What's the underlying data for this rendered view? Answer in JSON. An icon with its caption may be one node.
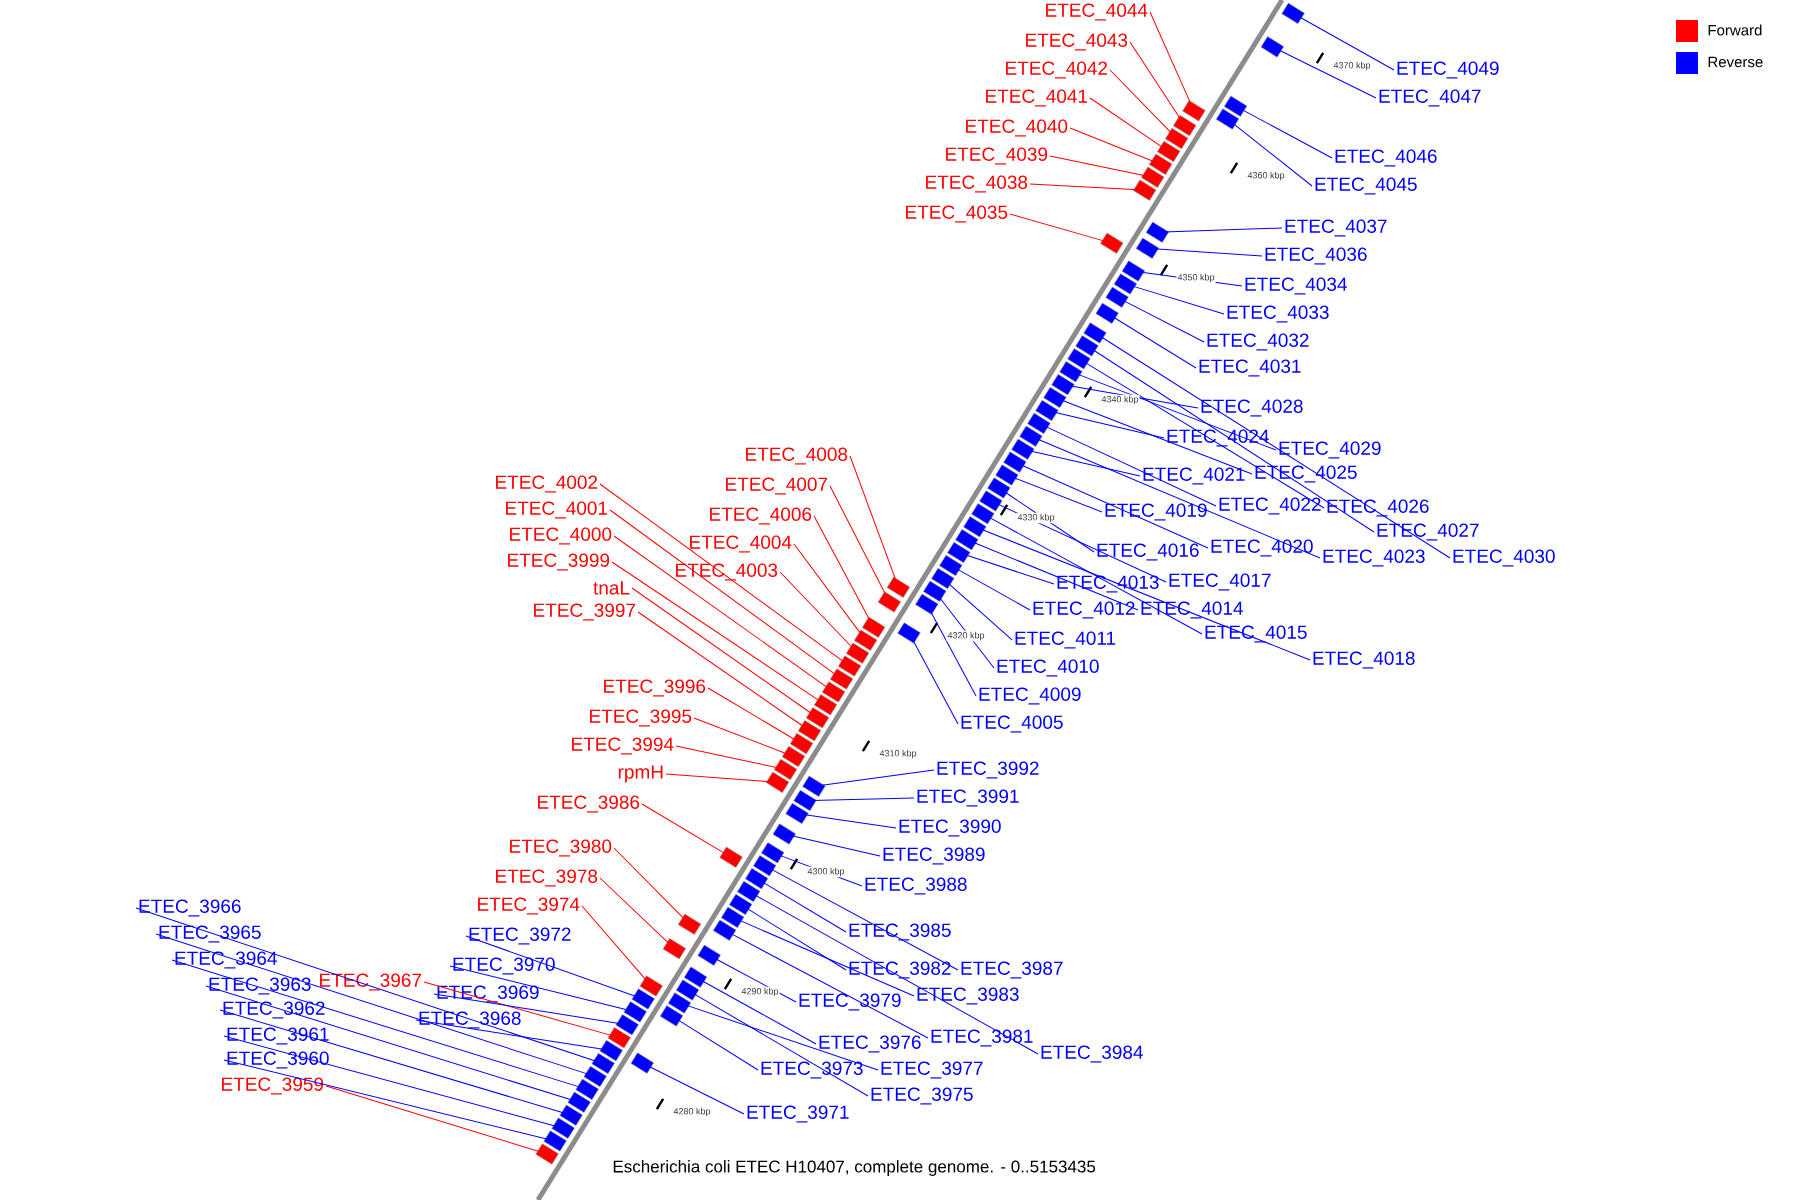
{
  "diagram": {
    "caption": "Escherichia coli ETEC H10407, complete genome. - 0..5153435",
    "nodes": [
      {
        "text": [
          "ETEC_4044"
        ]
      },
      {
        "text": [
          "ETEC_4043"
        ]
      },
      {
        "text": [
          "ETEC_4042"
        ]
      },
      {
        "text": [
          "ETEC_4041"
        ]
      },
      {
        "text": [
          "ETEC_4040"
        ]
      },
      {
        "text": [
          "ETEC_4039"
        ]
      },
      {
        "text": [
          "ETEC_4038"
        ]
      },
      {
        "text": [
          "ETEC_4035"
        ]
      },
      {
        "text": [
          "ETEC_4049"
        ]
      },
      {
        "text": [
          "ETEC_4047"
        ]
      },
      {
        "text": [
          "ETEC_4046"
        ]
      },
      {
        "text": [
          "ETEC_4045"
        ]
      },
      {
        "text": [
          "ETEC_4037"
        ]
      },
      {
        "text": [
          "ETEC_4036"
        ]
      },
      {
        "text": [
          "ETEC_4034"
        ]
      },
      {
        "text": [
          "ETEC_4033"
        ]
      },
      {
        "text": [
          "ETEC_4032"
        ]
      },
      {
        "text": [
          "ETEC_4031"
        ]
      },
      {
        "text": [
          "ETEC_4028"
        ]
      },
      {
        "text": [
          "ETEC_4024"
        ]
      },
      {
        "text": [
          "ETEC_4029"
        ]
      },
      {
        "text": [
          "ETEC_4021"
        ]
      },
      {
        "text": [
          "ETEC_4025"
        ]
      },
      {
        "text": [
          "ETEC_4008"
        ]
      },
      {
        "text": [
          "ETEC_4007"
        ]
      },
      {
        "text": [
          "ETEC_4002"
        ]
      },
      {
        "text": [
          "ETEC_4006"
        ]
      },
      {
        "text": [
          "ETEC_4001"
        ]
      },
      {
        "text": [
          "ETEC_4022"
        ]
      },
      {
        "text": [
          "ETEC_4019"
        ]
      },
      {
        "text": [
          "ETEC_4026"
        ]
      },
      {
        "text": [
          "ETEC_4027"
        ]
      },
      {
        "text": [
          "ETEC_4000"
        ]
      },
      {
        "text": [
          "ETEC_4004"
        ]
      },
      {
        "text": [
          "ETEC_4020"
        ]
      },
      {
        "text": [
          "ETEC_4016"
        ]
      },
      {
        "text": [
          "ETEC_4023"
        ]
      },
      {
        "text": [
          "ETEC_4030"
        ]
      },
      {
        "text": [
          "ETEC_3999"
        ]
      },
      {
        "text": [
          "ETEC_4003"
        ]
      },
      {
        "text": [
          "ETEC_4017"
        ]
      },
      {
        "text": [
          "ETEC_4013"
        ]
      },
      {
        "text": [
          "tnaL"
        ]
      },
      {
        "text": [
          "ETEC_4012"
        ]
      },
      {
        "text": [
          "ETEC_4014"
        ]
      },
      {
        "text": [
          "ETEC_3997"
        ]
      },
      {
        "text": [
          "ETEC_4015"
        ]
      },
      {
        "text": [
          "ETEC_4011"
        ]
      },
      {
        "text": [
          "ETEC_4018"
        ]
      },
      {
        "text": [
          "ETEC_4010"
        ]
      },
      {
        "text": [
          "ETEC_3996"
        ]
      },
      {
        "text": [
          "ETEC_4009"
        ]
      },
      {
        "text": [
          "ETEC_3995"
        ]
      },
      {
        "text": [
          "ETEC_4005"
        ]
      },
      {
        "text": [
          "ETEC_3994"
        ]
      },
      {
        "text": [
          "ETEC_3992"
        ]
      },
      {
        "text": [
          "rpmH"
        ]
      },
      {
        "text": [
          "ETEC_3991"
        ]
      },
      {
        "text": [
          "ETEC_3986"
        ]
      },
      {
        "text": [
          "ETEC_3990"
        ]
      },
      {
        "text": [
          "ETEC_3980"
        ]
      },
      {
        "text": [
          "ETEC_3989"
        ]
      },
      {
        "text": [
          "ETEC_3978"
        ]
      },
      {
        "text": [
          "ETEC_3988"
        ]
      },
      {
        "text": [
          "ETEC_3974"
        ]
      },
      {
        "text": [
          "ETEC_3966"
        ]
      },
      {
        "text": [
          "ETEC_3985"
        ]
      },
      {
        "text": [
          "ETEC_3965"
        ]
      },
      {
        "text": [
          "ETEC_3972"
        ]
      },
      {
        "text": [
          "ETEC_3964"
        ]
      },
      {
        "text": [
          "ETEC_3970"
        ]
      },
      {
        "text": [
          "ETEC_3982"
        ]
      },
      {
        "text": [
          "ETEC_3987"
        ]
      },
      {
        "text": [
          "ETEC_3967"
        ]
      },
      {
        "text": [
          "ETEC_3963"
        ]
      },
      {
        "text": [
          "ETEC_3969"
        ]
      },
      {
        "text": [
          "ETEC_3983"
        ]
      },
      {
        "text": [
          "ETEC_3979"
        ]
      },
      {
        "text": [
          "ETEC_3962"
        ]
      },
      {
        "text": [
          "ETEC_3968"
        ]
      },
      {
        "text": [
          "ETEC_3961"
        ]
      },
      {
        "text": [
          "ETEC_3981"
        ]
      },
      {
        "text": [
          "ETEC_3976"
        ]
      },
      {
        "text": [
          "ETEC_3984"
        ]
      },
      {
        "text": [
          "ETEC_3960"
        ]
      },
      {
        "text": [
          "ETEC_3973"
        ]
      },
      {
        "text": [
          "ETEC_3977"
        ]
      },
      {
        "text": [
          "ETEC_3959"
        ]
      },
      {
        "text": [
          "ETEC_3975"
        ]
      },
      {
        "text": [
          "ETEC_3971"
        ]
      },
      {
        "text": [],
        "shape": "box"
      },
      {
        "text": [],
        "shape": "box"
      },
      {
        "text": [],
        "shape": "box"
      },
      {
        "text": [],
        "shape": "box"
      },
      {
        "text": [],
        "shape": "box"
      },
      {
        "text": [],
        "shape": "box"
      },
      {
        "text": [],
        "shape": "box"
      },
      {
        "text": [],
        "shape": "box"
      },
      {
        "text": [],
        "shape": "box"
      },
      {
        "text": [],
        "shape": "box"
      },
      {
        "text": [],
        "shape": "box"
      },
      {
        "text": [],
        "shape": "box"
      },
      {
        "text": [],
        "shape": "box"
      },
      {
        "text": [],
        "shape": "box"
      },
      {
        "text": [],
        "shape": "box"
      },
      {
        "text": [],
        "shape": "box"
      },
      {
        "text": [],
        "shape": "box"
      },
      {
        "text": [],
        "shape": "box"
      },
      {
        "text": [],
        "shape": "box"
      },
      {
        "text": [],
        "shape": "box"
      },
      {
        "text": [],
        "shape": "box"
      },
      {
        "text": [],
        "shape": "box"
      },
      {
        "text": [],
        "shape": "box"
      },
      {
        "text": [],
        "shape": "box"
      },
      {
        "text": [],
        "shape": "box"
      },
      {
        "text": [],
        "shape": "box"
      },
      {
        "text": [],
        "shape": "box"
      },
      {
        "text": [],
        "shape": "box"
      },
      {
        "text": [],
        "shape": "box"
      },
      {
        "text": [],
        "shape": "box"
      },
      {
        "text": [],
        "shape": "box"
      },
      {
        "text": [],
        "shape": "box"
      },
      {
        "text": [],
        "shape": "box"
      },
      {
        "text": [],
        "shape": "box"
      },
      {
        "text": [],
        "shape": "box"
      },
      {
        "text": [],
        "shape": "box"
      },
      {
        "text": [],
        "shape": "box"
      },
      {
        "text": [],
        "shape": "box"
      },
      {
        "text": [],
        "shape": "box"
      },
      {
        "text": [],
        "shape": "box"
      },
      {
        "text": [],
        "shape": "box"
      },
      {
        "text": [],
        "shape": "box"
      },
      {
        "text": [],
        "shape": "box"
      },
      {
        "text": [],
        "shape": "box"
      },
      {
        "text": [],
        "shape": "box"
      },
      {
        "text": [],
        "shape": "box"
      },
      {
        "text": [],
        "shape": "box"
      },
      {
        "text": [],
        "shape": "box"
      },
      {
        "text": [],
        "shape": "box"
      },
      {
        "text": [],
        "shape": "box"
      },
      {
        "text": [],
        "shape": "box"
      },
      {
        "text": [],
        "shape": "box"
      },
      {
        "text": [],
        "shape": "box"
      },
      {
        "text": [],
        "shape": "box"
      },
      {
        "text": [],
        "shape": "box"
      },
      {
        "text": [],
        "shape": "box"
      },
      {
        "text": [],
        "shape": "box"
      },
      {
        "text": [],
        "shape": "box"
      },
      {
        "text": [],
        "shape": "box"
      },
      {
        "text": [],
        "shape": "box"
      },
      {
        "text": [],
        "shape": "box"
      },
      {
        "text": [],
        "shape": "box"
      },
      {
        "text": [],
        "shape": "box"
      },
      {
        "text": [],
        "shape": "box"
      },
      {
        "text": [],
        "shape": "box"
      },
      {
        "text": [],
        "shape": "box"
      },
      {
        "text": [],
        "shape": "box"
      },
      {
        "text": [],
        "shape": "box"
      },
      {
        "text": [],
        "shape": "box"
      },
      {
        "text": [],
        "shape": "box"
      },
      {
        "text": [],
        "shape": "box"
      },
      {
        "text": [],
        "shape": "box"
      },
      {
        "text": [],
        "shape": "box"
      },
      {
        "text": [],
        "shape": "box"
      },
      {
        "text": [],
        "shape": "box"
      },
      {
        "text": [],
        "shape": "box"
      },
      {
        "text": [],
        "shape": "box"
      },
      {
        "text": [],
        "shape": "box"
      },
      {
        "text": [],
        "shape": "box"
      },
      {
        "text": [],
        "shape": "box"
      },
      {
        "text": [],
        "shape": "box"
      },
      {
        "text": [],
        "shape": "box"
      },
      {
        "text": [],
        "shape": "box"
      },
      {
        "text": [],
        "shape": "box"
      },
      {
        "text": [],
        "shape": "box"
      },
      {
        "text": [],
        "shape": "box"
      },
      {
        "text": [],
        "shape": "box"
      },
      {
        "text": [],
        "shape": "box"
      },
      {
        "text": [],
        "shape": "box"
      },
      {
        "text": [],
        "shape": "box"
      }
    ],
    "edges": [
      {
        "from": 0,
        "to": 90,
        "arrow": "none",
        "color": "#ff0000"
      },
      {
        "from": 1,
        "to": 91,
        "arrow": "none",
        "color": "#ff0000"
      },
      {
        "from": 2,
        "to": 92,
        "arrow": "none",
        "color": "#ff0000"
      },
      {
        "from": 3,
        "to": 93,
        "arrow": "none",
        "color": "#ff0000"
      },
      {
        "from": 4,
        "to": 94,
        "arrow": "none",
        "color": "#ff0000"
      },
      {
        "from": 5,
        "to": 95,
        "arrow": "none",
        "color": "#ff0000"
      },
      {
        "from": 6,
        "to": 96,
        "arrow": "none",
        "color": "#ff0000"
      },
      {
        "from": 7,
        "to": 97,
        "arrow": "none",
        "color": "#ff0000"
      },
      {
        "from": 8,
        "to": 98,
        "arrow": "none"
      },
      {
        "from": 9,
        "to": 99,
        "arrow": "none"
      },
      {
        "from": 10,
        "to": 100,
        "arrow": "none"
      },
      {
        "from": 11,
        "to": 101,
        "arrow": "none"
      },
      {
        "from": 12,
        "to": 102,
        "arrow": "none"
      },
      {
        "from": 13,
        "to": 103,
        "arrow": "none"
      },
      {
        "from": 14,
        "to": 104,
        "arrow": "none"
      },
      {
        "from": 15,
        "to": 105,
        "arrow": "none"
      },
      {
        "from": 16,
        "to": 106,
        "arrow": "none"
      },
      {
        "from": 17,
        "to": 107,
        "arrow": "none"
      },
      {
        "from": 18,
        "to": 108,
        "arrow": "none"
      },
      {
        "from": 19,
        "to": 109,
        "arrow": "none"
      },
      {
        "from": 20,
        "to": 110,
        "arrow": "none"
      },
      {
        "from": 21,
        "to": 111,
        "arrow": "none"
      },
      {
        "from": 22,
        "to": 112,
        "arrow": "none"
      },
      {
        "from": 23,
        "to": 113,
        "arrow": "none",
        "color": "#ff0000"
      },
      {
        "from": 24,
        "to": 114,
        "arrow": "none",
        "color": "#ff0000"
      },
      {
        "from": 25,
        "to": 115,
        "arrow": "none",
        "color": "#ff0000"
      },
      {
        "from": 26,
        "to": 116,
        "arrow": "none",
        "color": "#ff0000"
      },
      {
        "from": 27,
        "to": 117,
        "arrow": "none",
        "color": "#ff0000"
      },
      {
        "from": 28,
        "to": 118,
        "arrow": "none"
      },
      {
        "from": 29,
        "to": 119,
        "arrow": "none"
      },
      {
        "from": 30,
        "to": 120,
        "arrow": "none"
      },
      {
        "from": 31,
        "to": 121,
        "arrow": "none"
      },
      {
        "from": 32,
        "to": 122,
        "arrow": "none",
        "color": "#ff0000"
      },
      {
        "from": 33,
        "to": 123,
        "arrow": "none",
        "color": "#ff0000"
      },
      {
        "from": 34,
        "to": 124,
        "arrow": "none"
      },
      {
        "from": 35,
        "to": 125,
        "arrow": "none"
      },
      {
        "from": 36,
        "to": 126,
        "arrow": "none"
      },
      {
        "from": 37,
        "to": 127,
        "arrow": "none"
      },
      {
        "from": 38,
        "to": 128,
        "arrow": "none",
        "color": "#ff0000"
      },
      {
        "from": 39,
        "to": 129,
        "arrow": "none",
        "color": "#ff0000"
      },
      {
        "from": 40,
        "to": 130,
        "arrow": "none"
      },
      {
        "from": 41,
        "to": 131,
        "arrow": "none"
      },
      {
        "from": 42,
        "to": 132,
        "arrow": "none",
        "color": "#ff0000"
      },
      {
        "from": 43,
        "to": 133,
        "arrow": "none"
      },
      {
        "from": 44,
        "to": 134,
        "arrow": "none"
      },
      {
        "from": 45,
        "to": 135,
        "arrow": "none",
        "color": "#ff0000"
      },
      {
        "from": 46,
        "to": 136,
        "arrow": "none"
      },
      {
        "from": 47,
        "to": 137,
        "arrow": "none"
      },
      {
        "from": 48,
        "to": 138,
        "arrow": "none"
      },
      {
        "from": 49,
        "to": 139,
        "arrow": "none"
      },
      {
        "from": 50,
        "to": 140,
        "arrow": "none",
        "color": "#ff0000"
      },
      {
        "from": 51,
        "to": 141,
        "arrow": "none"
      },
      {
        "from": 52,
        "to": 142,
        "arrow": "none",
        "color": "#ff0000"
      },
      {
        "from": 53,
        "to": 143,
        "arrow": "none"
      },
      {
        "from": 54,
        "to": 144,
        "arrow": "none",
        "color": "#ff0000"
      },
      {
        "from": 55,
        "to": 145,
        "arrow": "none"
      },
      {
        "from": 56,
        "to": 146,
        "arrow": "none",
        "color": "#ff0000"
      },
      {
        "from": 57,
        "to": 147,
        "arrow": "none"
      },
      {
        "from": 58,
        "to": 148,
        "arrow": "none",
        "color": "#ff0000"
      },
      {
        "from": 59,
        "to": 149,
        "arrow": "none"
      },
      {
        "from": 60,
        "to": 150,
        "arrow": "none",
        "color": "#ff0000"
      },
      {
        "from": 61,
        "to": 151,
        "arrow": "none"
      },
      {
        "from": 62,
        "to": 152,
        "arrow": "none",
        "color": "#ff0000"
      },
      {
        "from": 63,
        "to": 153,
        "arrow": "none"
      },
      {
        "from": 64,
        "to": 154,
        "arrow": "none",
        "color": "#ff0000"
      },
      {
        "from": 65,
        "to": 155,
        "arrow": "none"
      },
      {
        "from": 66,
        "to": 156,
        "arrow": "none"
      },
      {
        "from": 67,
        "to": 157,
        "arrow": "none"
      },
      {
        "from": 68,
        "to": 158,
        "arrow": "none"
      },
      {
        "from": 69,
        "to": 159,
        "arrow": "none"
      },
      {
        "from": 70,
        "to": 160,
        "arrow": "none"
      },
      {
        "from": 71,
        "to": 161,
        "arrow": "none"
      },
      {
        "from": 72,
        "to": 162,
        "arrow": "none"
      },
      {
        "from": 73,
        "to": 163,
        "arrow": "none",
        "color": "#ff0000"
      },
      {
        "from": 74,
        "to": 164,
        "arrow": "none"
      },
      {
        "from": 75,
        "to": 165,
        "arrow": "none"
      },
      {
        "from": 76,
        "to": 166,
        "arrow": "none"
      },
      {
        "from": 77,
        "to": 167,
        "arrow": "none"
      },
      {
        "from": 78,
        "to": 168,
        "arrow": "none"
      },
      {
        "from": 79,
        "to": 169,
        "arrow": "none"
      },
      {
        "from": 80,
        "to": 170,
        "arrow": "none"
      },
      {
        "from": 81,
        "to": 171,
        "arrow": "none"
      },
      {
        "from": 82,
        "to": 172,
        "arrow": "none"
      },
      {
        "from": 83,
        "to": 173,
        "arrow": "none"
      },
      {
        "from": 84,
        "to": 174,
        "arrow": "none"
      },
      {
        "from": 85,
        "to": 175,
        "arrow": "none"
      },
      {
        "from": 86,
        "to": 176,
        "arrow": "none"
      },
      {
        "from": 87,
        "to": 177,
        "arrow": "none",
        "color": "#ff0000"
      },
      {
        "from": 88,
        "to": 178,
        "arrow": "none"
      },
      {
        "from": 89,
        "to": 179,
        "arrow": "none"
      }
    ],
    "labels": [
      "4370 kbp",
      "4360 kbp",
      "4350 kbp",
      "4340 kbp",
      "4330 kbp",
      "4320 kbp",
      "4310 kbp",
      "4300 kbp",
      "4290 kbp",
      "4280 kbp"
    ],
    "legend": [
      {
        "text": "Forward",
        "color": "#ff0000"
      },
      {
        "text": "Reverse",
        "color": "#0000ff"
      }
    ]
  }
}
